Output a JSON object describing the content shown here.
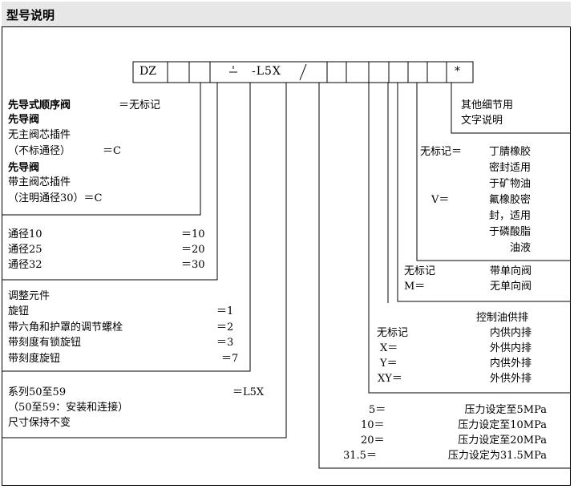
{
  "title": "型号说明",
  "code_cells": [
    "DZ",
    "",
    "",
    "",
    "-L5X",
    "",
    "",
    "",
    "",
    "*"
  ],
  "groups": {
    "pilot_type": {
      "l1": "先导式顺序阀",
      "l1v": "＝无标记",
      "l2": "先导阀",
      "l3": "无主阀芯插件",
      "l4": "（不标通径）",
      "l4v": "＝C",
      "l5": "先导阀",
      "l6": "带主阀芯插件",
      "l7": "（注明通径30）＝C"
    },
    "sizes": [
      {
        "label": "通径10",
        "value": "＝10"
      },
      {
        "label": "通径25",
        "value": "＝20"
      },
      {
        "label": "通径32",
        "value": "＝30"
      }
    ],
    "adjust": {
      "heading": "调整元件",
      "items": [
        {
          "label": "旋钮",
          "value": "＝1"
        },
        {
          "label": "带六角和护罩的调节螺栓",
          "value": "＝2"
        },
        {
          "label": "带刻度有锁旋钮",
          "value": "＝3"
        },
        {
          "label": "带刻度旋钮",
          "value": "＝7"
        }
      ]
    },
    "series": {
      "l1": "系列50至59",
      "l1v": "＝L5X",
      "l2": "（50至59：安装和连接）",
      "l3": "尺寸保持不变"
    },
    "other": {
      "l1": "其他细节用",
      "l2": "文字说明"
    },
    "seal": {
      "k1": "无标记＝",
      "v1": [
        "丁腈橡胶",
        "密封适用",
        "于矿物油"
      ],
      "k2": "V＝",
      "v2": [
        "氟橡胶密",
        "封，适用",
        "于磷酸脂",
        "油液"
      ]
    },
    "check": [
      {
        "key": "无标记",
        "value": "带单向阀"
      },
      {
        "key": "M＝",
        "value": "无单向阀"
      }
    ],
    "oil": {
      "heading": "控制油供排",
      "items": [
        {
          "key": "无标记",
          "value": "内供内排"
        },
        {
          "key": "X＝",
          "value": "外供内排"
        },
        {
          "key": "Y＝",
          "value": "内供外排"
        },
        {
          "key": "XY＝",
          "value": "外供外排"
        }
      ]
    },
    "pressure": [
      {
        "key": "5＝",
        "value": "压力设定至5MPa"
      },
      {
        "key": "10＝",
        "value": "压力设定至10MPa"
      },
      {
        "key": "20＝",
        "value": "压力设定至20MPa"
      },
      {
        "key": "31.5＝",
        "value": "压力设定为31.5MPa"
      }
    ]
  }
}
